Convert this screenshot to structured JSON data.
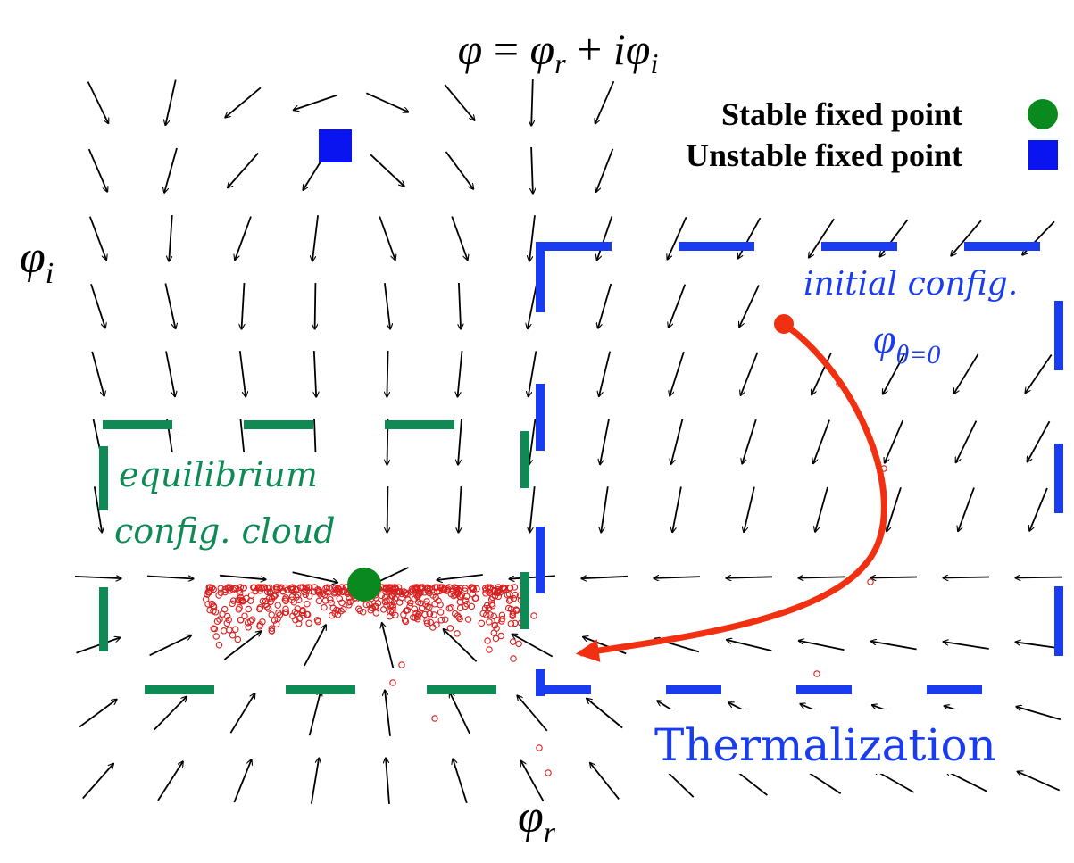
{
  "title": {
    "phi": "φ",
    "eq": " = ",
    "phi_r": "φ",
    "sub_r": "r",
    "plus": " + ",
    "i": "i",
    "phi_i": "φ",
    "sub_i": "i"
  },
  "axes": {
    "x_symbol": "φ",
    "x_sub": "r",
    "y_symbol": "φ",
    "y_sub": "i"
  },
  "legend": {
    "stable_label": "Stable fixed point",
    "unstable_label": "Unstable fixed point",
    "stable_color": "#0a8a1e",
    "unstable_color": "#0a14f0"
  },
  "annotations": {
    "initial_config": "initial config.",
    "phi_theta_symbol": "φ",
    "phi_theta_sub": "θ=0",
    "equilibrium_line1": "equilibrium",
    "equilibrium_line2": "config. cloud",
    "thermalization": "Thermalization"
  },
  "colors": {
    "arrow": "#000000",
    "initial_box": "#1a3cf0",
    "equilibrium_box": "#0e8a55",
    "trajectory": "#f03010",
    "cloud": "#d82020",
    "thermalization_text": "#1a3cf0"
  },
  "icons": {
    "stable_marker": "green-circle",
    "unstable_marker": "blue-square",
    "flow_arrow": "arrow-icon"
  }
}
